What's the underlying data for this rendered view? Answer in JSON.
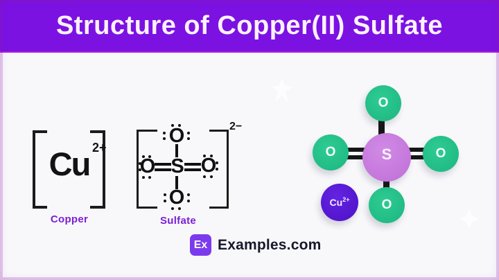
{
  "header": {
    "title": "Structure of Copper(II) Sulfate"
  },
  "copper": {
    "symbol": "Cu",
    "charge": "2+",
    "label": "Copper"
  },
  "sulfate": {
    "charge": "2−",
    "sulfur": "S",
    "oxygen": "O",
    "label": "Sulfate"
  },
  "model": {
    "sulfur_label": "S",
    "oxygen_label": "O",
    "copper_symbol": "Cu",
    "copper_charge": "2+"
  },
  "logo": {
    "badge": "Ex",
    "text": "Examples.com"
  },
  "colors": {
    "banner_purple": "#7b12e2",
    "label_purple": "#7a1fd4",
    "oxygen_green": "#25c38c",
    "sulfur_pink": "#c97de0",
    "copper_violet": "#5b1bd8",
    "logo_purple": "#7c3aed",
    "bond_black": "#161616",
    "background": "#f8f8fb"
  }
}
